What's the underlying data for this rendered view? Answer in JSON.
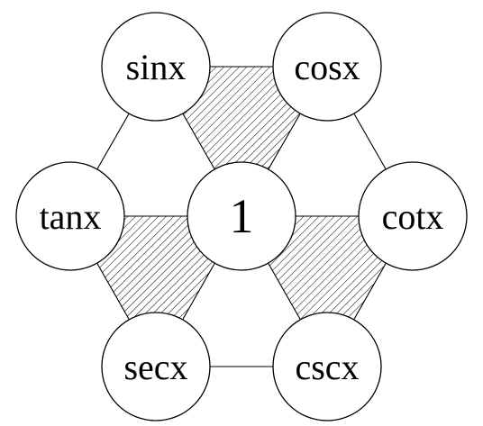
{
  "nodes": {
    "sin": "sinx",
    "cos": "cosx",
    "tan": "tanx",
    "center": "1",
    "cot": "cotx",
    "sec": "secx",
    "csc": "cscx"
  }
}
